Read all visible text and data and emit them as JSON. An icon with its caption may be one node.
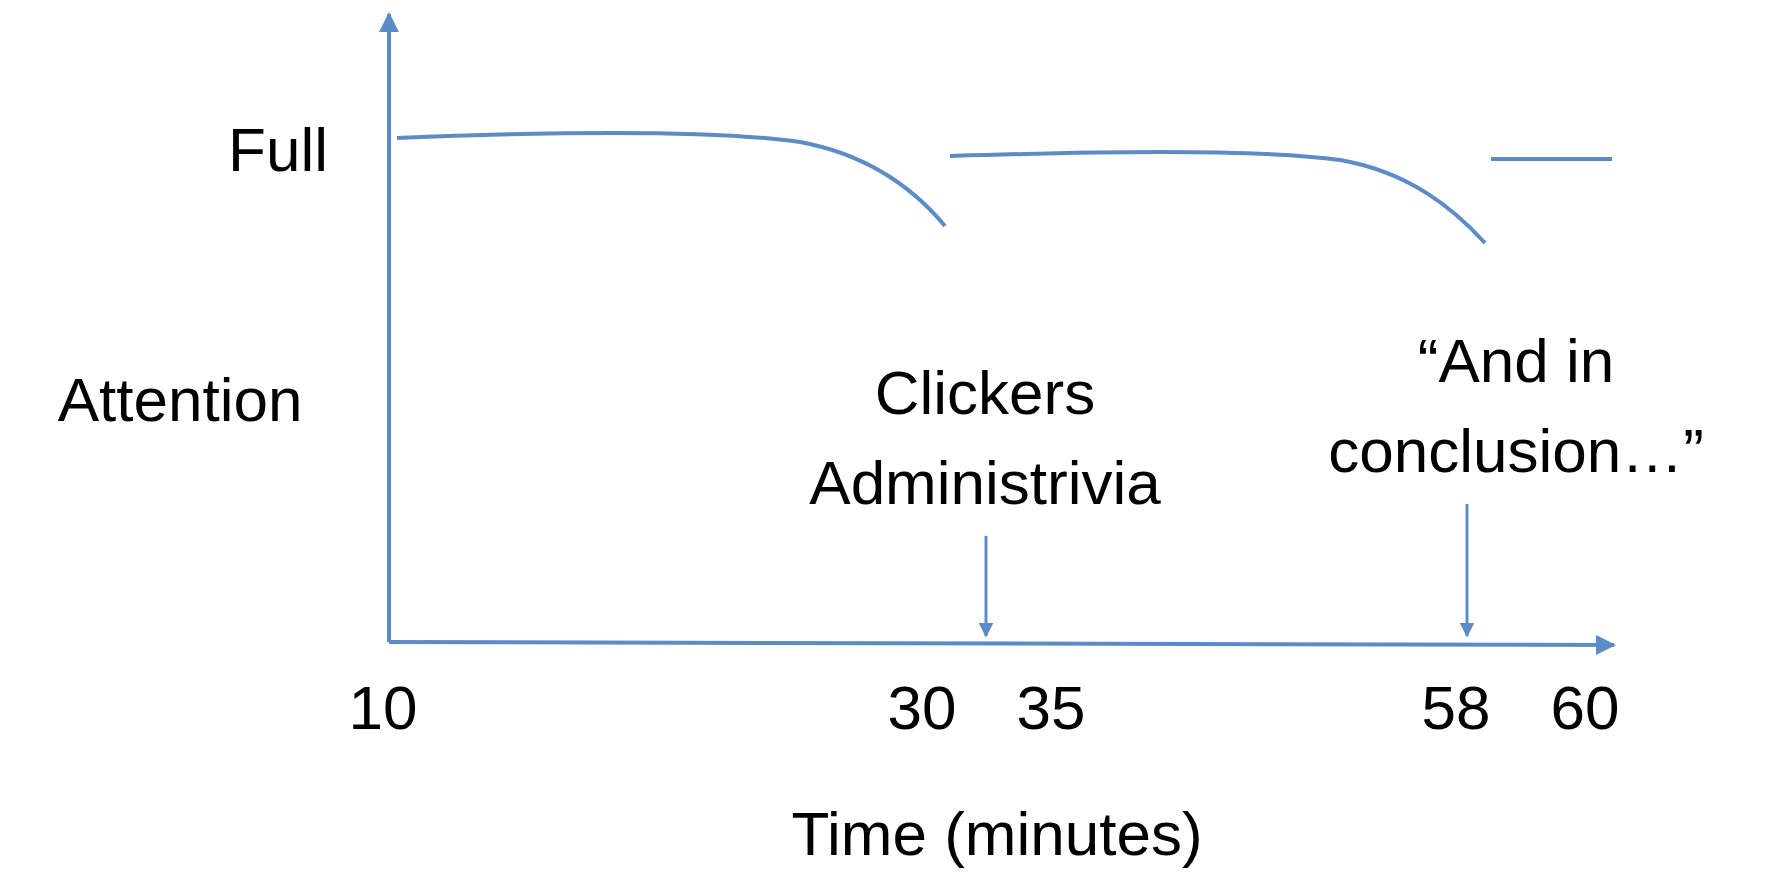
{
  "diagram": {
    "nodes": [
      {
        "text": [
          "Clickers Administrivia"
        ]
      },
      {
        "text": [
          "“And in conclusion…”"
        ]
      }
    ],
    "edges": [
      {
        "from": 0,
        "to": null,
        "arrow": "to"
      },
      {
        "from": 1,
        "to": null,
        "arrow": "to"
      }
    ],
    "labels": [
      "Full",
      "Attention",
      "10",
      "30",
      "35",
      "58",
      "60",
      "Time (minutes)"
    ]
  }
}
